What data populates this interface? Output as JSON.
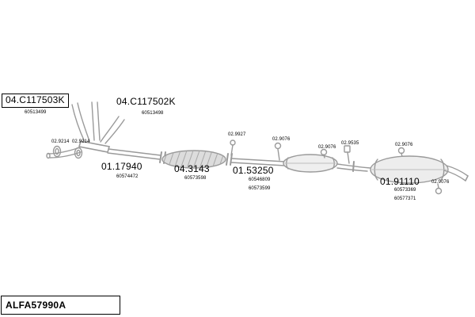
{
  "diagram": {
    "drawing_number": "ALFA57990A",
    "parts": [
      {
        "code": "04.C117503K",
        "numbers": [
          "60513499"
        ]
      },
      {
        "code": "04.C117502K",
        "numbers": [
          "60513498"
        ]
      },
      {
        "code": "01.17940",
        "numbers": [
          "60574472"
        ]
      },
      {
        "code": "04.3143",
        "numbers": [
          "60573598"
        ]
      },
      {
        "code": "01.53250",
        "numbers": [
          "60546809",
          "60573599"
        ]
      },
      {
        "code": "01.91110",
        "numbers": [
          "60573369",
          "60577371"
        ]
      }
    ],
    "fasteners": [
      {
        "code": "02.9214"
      },
      {
        "code": "02.9214"
      },
      {
        "code": "02.9927"
      },
      {
        "code": "02.9076"
      },
      {
        "code": "02.9076"
      },
      {
        "code": "02.9535"
      },
      {
        "code": "02.9076"
      },
      {
        "code": "02.9076"
      }
    ],
    "colors": {
      "line": "#9a9a9a",
      "text": "#000000",
      "background": "#ffffff"
    }
  }
}
